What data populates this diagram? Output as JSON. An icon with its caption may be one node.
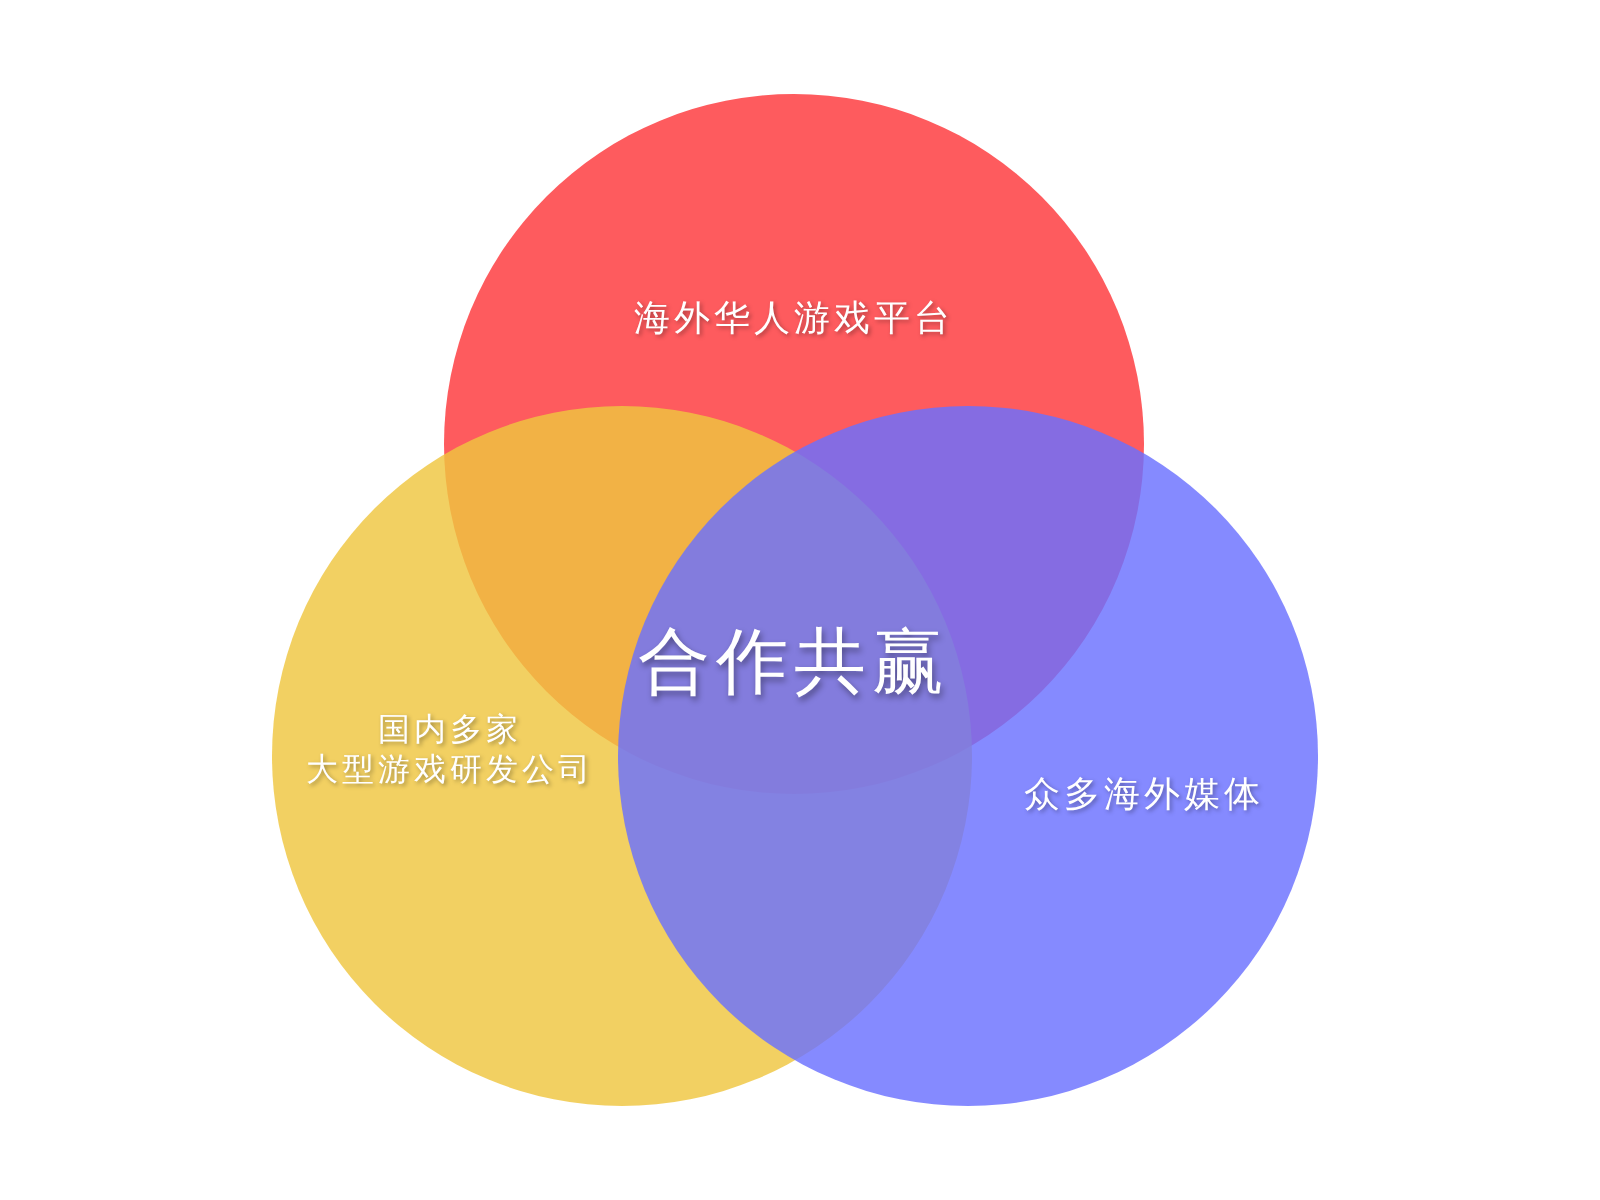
{
  "diagram": {
    "nodes": [
      {
        "text": [
          "海外华人游戏平台"
        ]
      },
      {
        "text": [
          "国内多家大型游戏研发公司"
        ]
      },
      {
        "text": [
          "众多海外媒体"
        ]
      }
    ],
    "labels": [
      "合作共赢"
    ]
  }
}
